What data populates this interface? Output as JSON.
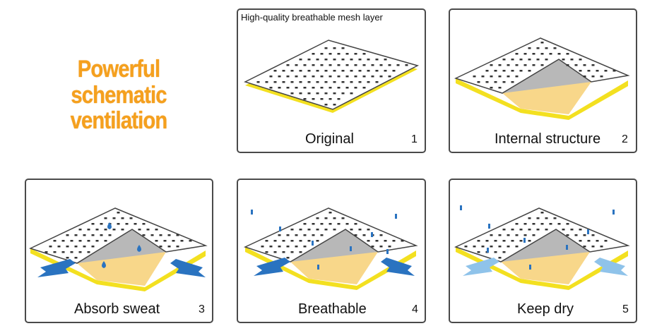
{
  "headline": {
    "line1": "Powerful",
    "line2": "schematic ventilation"
  },
  "panels": [
    {
      "caption": "Original",
      "number": "1",
      "label": "High-quality breathable mesh layer"
    },
    {
      "caption": "Internal structure",
      "number": "2"
    },
    {
      "caption": "Absorb sweat",
      "number": "3"
    },
    {
      "caption": "Breathable",
      "number": "4"
    },
    {
      "caption": "Keep dry",
      "number": "5"
    }
  ],
  "colors": {
    "headline": "#f5a01e",
    "foam": "#f8d78a",
    "yellow_edge": "#f3e020",
    "grey_core": "#b8b8b8",
    "arrow_dark": "#2a73c0",
    "arrow_light": "#8fc3ea",
    "drop": "#2a73c0"
  }
}
